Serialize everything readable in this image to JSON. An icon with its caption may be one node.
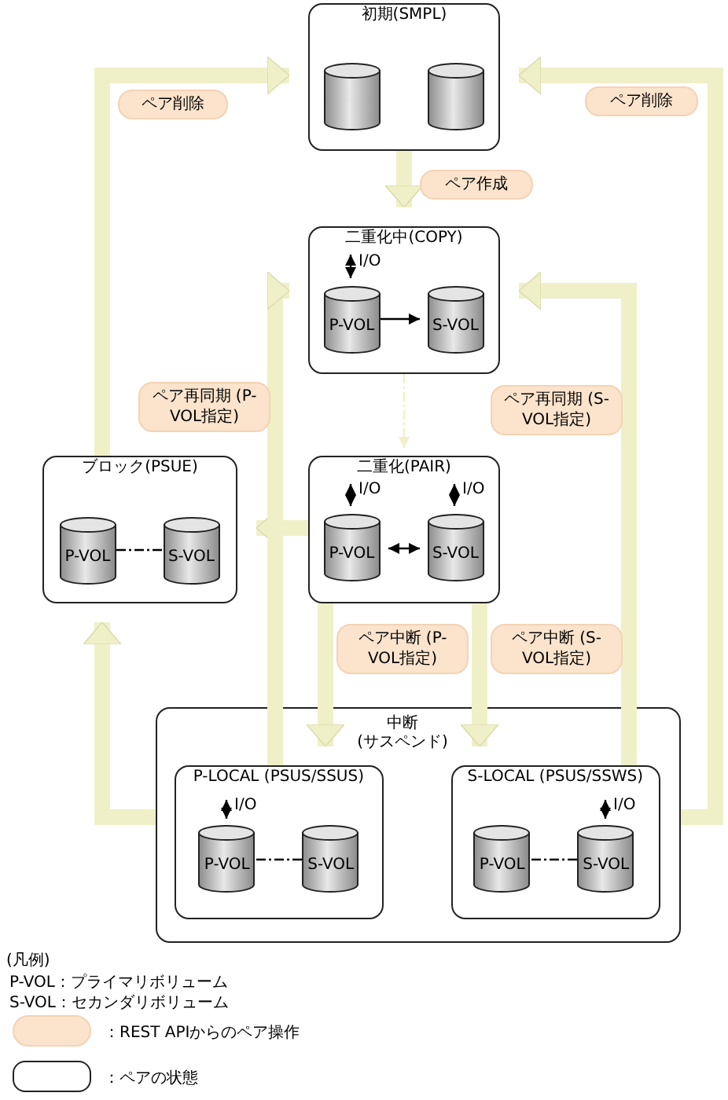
{
  "diagram": {
    "nodes": [
      {
        "text": [
          "初期(SMPL)"
        ]
      },
      {
        "text": [],
        "shape": "cylinder",
        "in": 0
      },
      {
        "text": [],
        "shape": "cylinder",
        "in": 0
      },
      {
        "text": [
          "二重化中(COPY)"
        ]
      },
      {
        "text": [
          "P-VOL"
        ],
        "in": 3
      },
      {
        "text": [
          "S-VOL"
        ],
        "in": 3
      },
      {
        "text": [
          "ブロック(PSUE)"
        ]
      },
      {
        "text": [
          "P-VOL"
        ],
        "in": 6
      },
      {
        "text": [
          "S-VOL"
        ],
        "in": 6
      },
      {
        "text": [
          "二重化(PAIR)"
        ]
      },
      {
        "text": [
          "P-VOL"
        ],
        "in": 9
      },
      {
        "text": [
          "S-VOL"
        ],
        "in": 9
      },
      {
        "text": [
          "中断 (サスペンド)"
        ]
      },
      {
        "text": [
          "P-LOCAL (PSUS/SSUS)"
        ],
        "in": 12
      },
      {
        "text": [
          "P-VOL"
        ],
        "in": 13
      },
      {
        "text": [
          "S-VOL"
        ],
        "in": 13
      },
      {
        "text": [
          "S-LOCAL (PSUS/SSWS)"
        ],
        "in": 12
      },
      {
        "text": [
          "P-VOL"
        ],
        "in": 16
      },
      {
        "text": [
          "S-VOL"
        ],
        "in": 16
      }
    ],
    "edges": [
      {
        "from": 6,
        "to": 0,
        "arrow": "to",
        "label": "ペア削除",
        "style": "thick",
        "color": "#f0f0c8"
      },
      {
        "from": 12,
        "to": 0,
        "arrow": "to",
        "label": "ペア削除",
        "style": "thick",
        "color": "#f0f0c8"
      },
      {
        "from": 0,
        "to": 3,
        "arrow": "to",
        "label": "ペア作成",
        "style": "thick",
        "color": "#f0f0c8"
      },
      {
        "from": 3,
        "to": 9,
        "arrow": "to",
        "style": "dashed",
        "color": "#f0f0c8"
      },
      {
        "from": 9,
        "to": 6,
        "arrow": "to",
        "style": "thick",
        "color": "#f0f0c8"
      },
      {
        "from": 12,
        "to": 6,
        "arrow": "to",
        "style": "thick",
        "color": "#f0f0c8"
      },
      {
        "from": 13,
        "to": 3,
        "arrow": "to",
        "label": "ペア再同期 (P-VOL指定)",
        "style": "thick",
        "color": "#f0f0c8"
      },
      {
        "from": 16,
        "to": 3,
        "arrow": "to",
        "label": "ペア再同期 (S-VOL指定)",
        "style": "thick",
        "color": "#f0f0c8"
      },
      {
        "from": 9,
        "to": 13,
        "arrow": "to",
        "label": "ペア中断 (P-VOL指定)",
        "style": "thick",
        "color": "#f0f0c8"
      },
      {
        "from": 9,
        "to": 16,
        "arrow": "to",
        "label": "ペア中断 (S-VOL指定)",
        "style": "thick",
        "color": "#f0f0c8"
      },
      {
        "from": 4,
        "to": 5,
        "arrow": "to",
        "color": "#000000"
      },
      {
        "from": 10,
        "to": 11,
        "arrow": "both",
        "color": "#000000"
      },
      {
        "from": 7,
        "to": 8,
        "arrow": "none",
        "style": "dashed",
        "color": "#000000"
      },
      {
        "from": 14,
        "to": 15,
        "arrow": "none",
        "style": "dashed",
        "color": "#000000"
      },
      {
        "from": 17,
        "to": 18,
        "arrow": "none",
        "style": "dashed",
        "color": "#000000"
      },
      {
        "from": null,
        "to": 4,
        "arrow": "both",
        "label": "I/O",
        "color": "#000000"
      },
      {
        "from": null,
        "to": 10,
        "arrow": "both",
        "label": "I/O",
        "color": "#000000"
      },
      {
        "from": null,
        "to": 11,
        "arrow": "both",
        "label": "I/O",
        "color": "#000000"
      },
      {
        "from": null,
        "to": 14,
        "arrow": "both",
        "label": "I/O",
        "color": "#000000"
      },
      {
        "from": null,
        "to": 18,
        "arrow": "both",
        "label": "I/O",
        "color": "#000000"
      }
    ],
    "labels": [
      "(凡例)",
      "P-VOL：プライマリボリューム",
      "S-VOL：セカンダリボリューム"
    ],
    "legend": [
      {
        "text": "：REST APIからのペア操作",
        "color": "#fbe3cc"
      },
      {
        "text": "：ペアの状態"
      }
    ]
  }
}
